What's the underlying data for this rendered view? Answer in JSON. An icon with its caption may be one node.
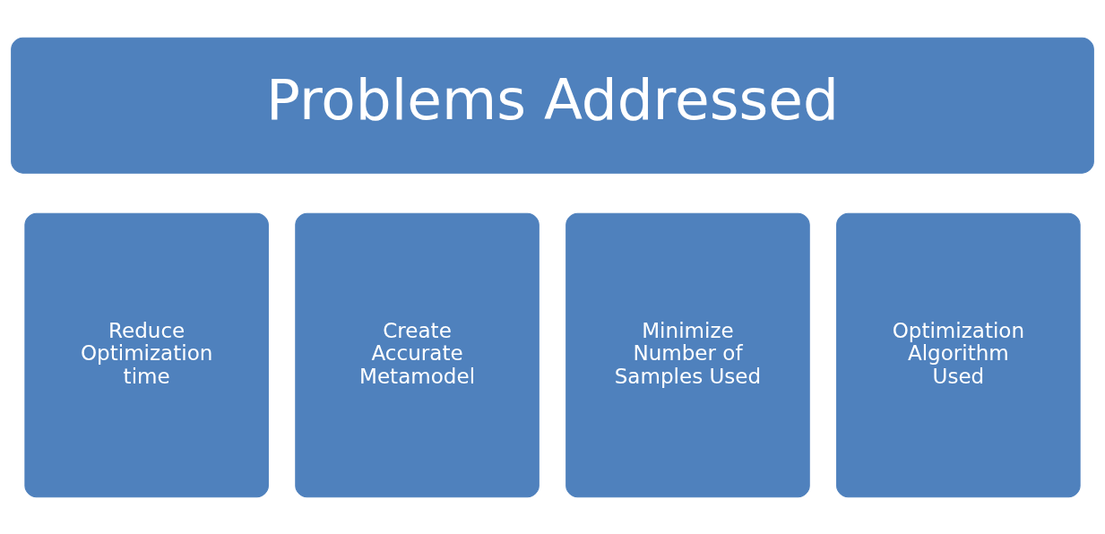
{
  "diagram": {
    "nodes": [
      {
        "text": [
          "Problems Addressed"
        ]
      },
      {
        "text": [
          "Reduce Optimization time"
        ]
      },
      {
        "text": [
          "Create Accurate Metamodel"
        ]
      },
      {
        "text": [
          "Minimize Number of Samples Used"
        ]
      },
      {
        "text": [
          "Optimization Algorithm Used"
        ]
      }
    ],
    "edges": []
  }
}
